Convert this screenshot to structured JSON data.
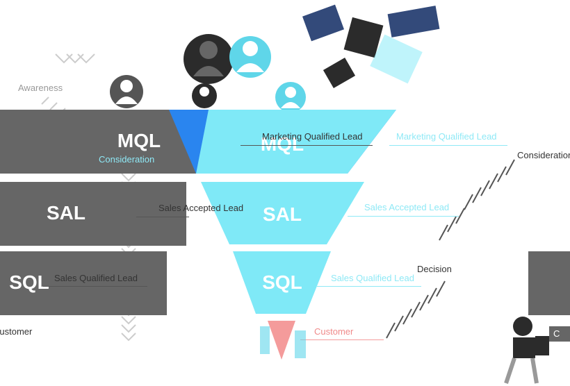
{
  "stages": {
    "mql": {
      "abbr": "MQL",
      "full": "Marketing Qualified Lead"
    },
    "sal": {
      "abbr": "SAL",
      "full": "Sales Accepted Lead"
    },
    "sql": {
      "abbr": "SQL",
      "full": "Sales Qualified Lead"
    },
    "customer": "Customer"
  },
  "phases": {
    "awareness": "Awareness",
    "consideration": "Consideration",
    "decision": "Decision",
    "customer_left": "Customer"
  },
  "right_tab": "C",
  "colors": {
    "bar_gray": "#666666",
    "funnel_blue": "#2a85ef",
    "funnel_cyan": "#7fe9f7",
    "funnel_pink": "#f49b9b",
    "chevron": "#c9c9c9"
  }
}
